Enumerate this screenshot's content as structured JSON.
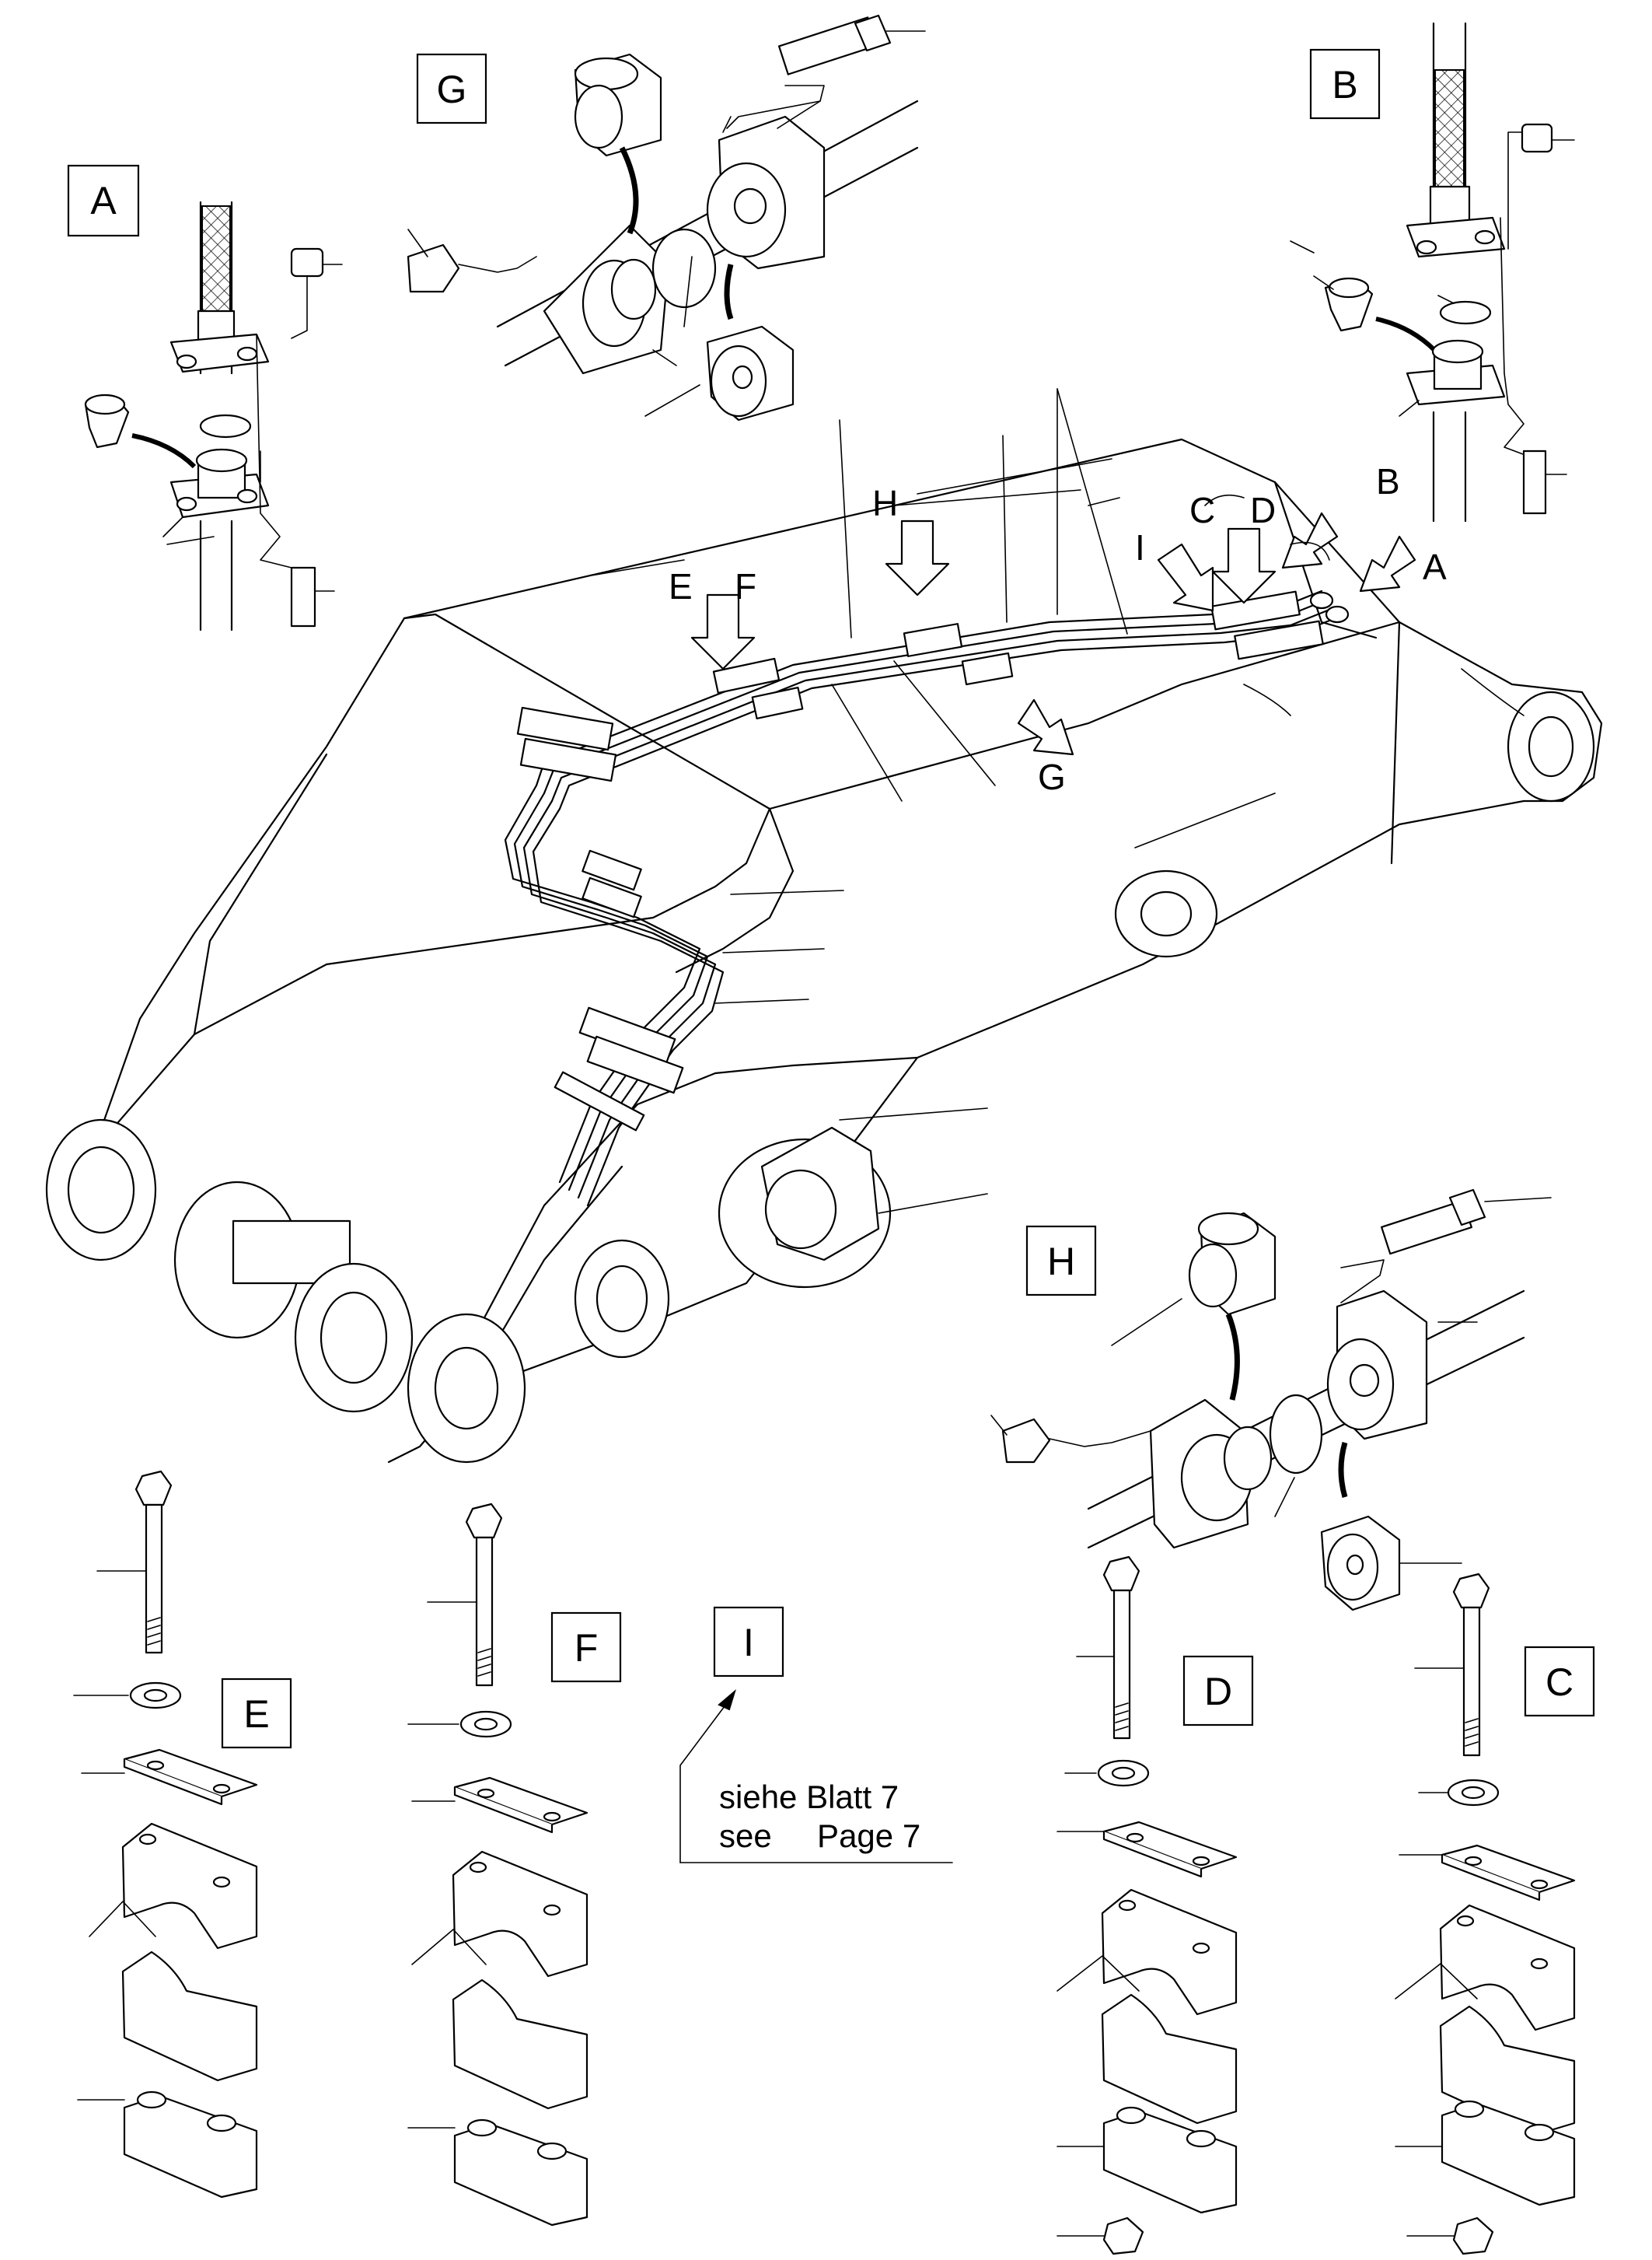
{
  "detail_boxes": {
    "A": "A",
    "B": "B",
    "G": "G",
    "H": "H",
    "E": "E",
    "F": "F",
    "D": "D",
    "C": "C",
    "I": "I"
  },
  "callouts": {
    "A": "A",
    "B": "B",
    "C": "C",
    "D": "D",
    "E": "E",
    "F": "F",
    "G": "G",
    "H": "H",
    "I": "I"
  },
  "reference_note": {
    "line1": "siehe Blatt  7",
    "line2": "see     Page 7"
  }
}
